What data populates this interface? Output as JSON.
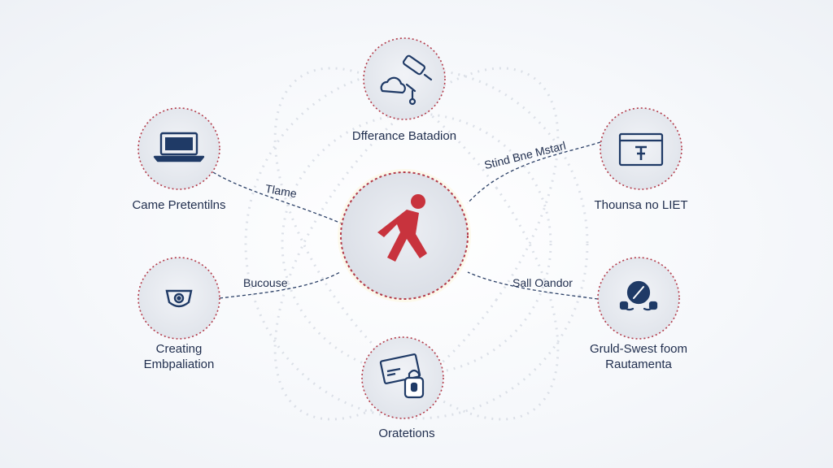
{
  "colors": {
    "navy": "#1f3a66",
    "accent_red": "#c8333d",
    "node_fill": "#e7eaf0",
    "dotted_ring": "#b33a49",
    "glow": "#f3e7a8",
    "connector": "#2a3f66"
  },
  "center": {
    "icon": "walking-person-icon"
  },
  "nodes": [
    {
      "id": "top",
      "label_lines": [
        "Dfferance Batadion"
      ],
      "icon": "plug-cloud-icon"
    },
    {
      "id": "upper-left",
      "label_lines": [
        "Came Pretentilns"
      ],
      "icon": "laptop-icon"
    },
    {
      "id": "upper-right",
      "label_lines": [
        "Thounsa no LIET"
      ],
      "icon": "browser-window-icon"
    },
    {
      "id": "lower-left",
      "label_lines": [
        "Creating",
        "Embpaliation"
      ],
      "icon": "shield-badge-icon"
    },
    {
      "id": "lower-right",
      "label_lines": [
        "Gruld-Swest foom",
        "Rautamenta"
      ],
      "icon": "compass-hands-icon"
    },
    {
      "id": "bottom",
      "label_lines": [
        "Oratetions"
      ],
      "icon": "card-lock-icon"
    }
  ],
  "connector_labels": {
    "upper_left": "Tlame",
    "upper_right": "Stind Bne Mstarl",
    "lower_left": "Bucouse",
    "lower_right": "Sall Oandor"
  }
}
